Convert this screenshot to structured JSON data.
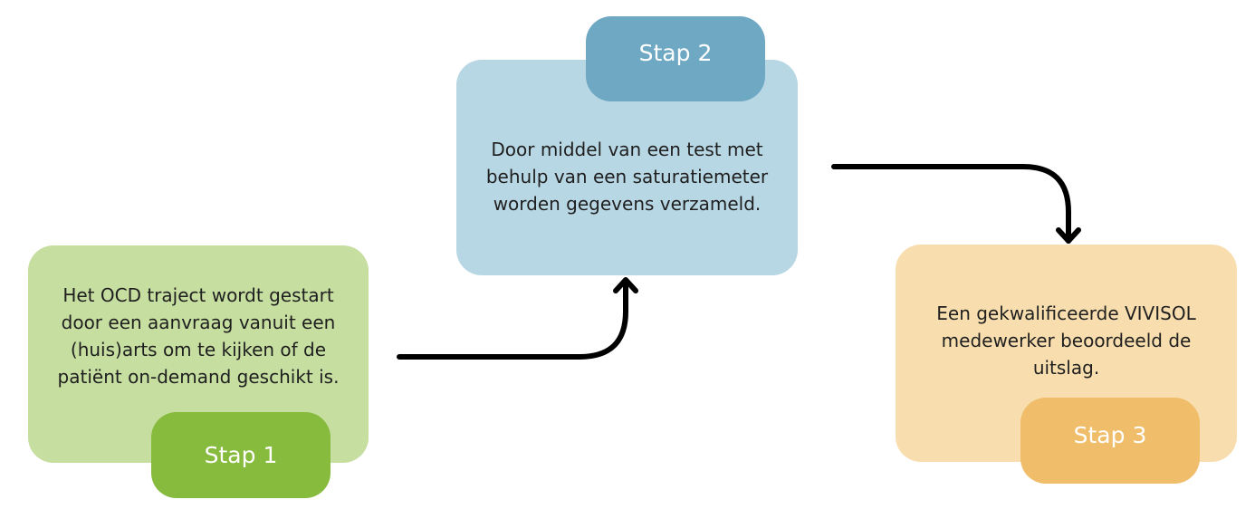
{
  "colors": {
    "step1_card": "#c6dea0",
    "step1_label": "#86bb3d",
    "step2_card": "#b8d7e4",
    "step2_label": "#6fa8c3",
    "step3_card": "#f8deae",
    "step3_label": "#f0be6b",
    "arrow": "#000000"
  },
  "steps": [
    {
      "label": "Stap 1",
      "text": "Het OCD traject wordt gestart\ndoor een aanvraag vanuit een\n(huis)arts om te kijken of de\npatiënt on-demand geschikt is."
    },
    {
      "label": "Stap 2",
      "text": "Door middel van een test met\nbehulp van een saturatiemeter\nworden gegevens verzameld."
    },
    {
      "label": "Stap 3",
      "text": "Een gekwalificeerde VIVISOL\nmedewerker beoordeeld de\nuitslag."
    }
  ]
}
